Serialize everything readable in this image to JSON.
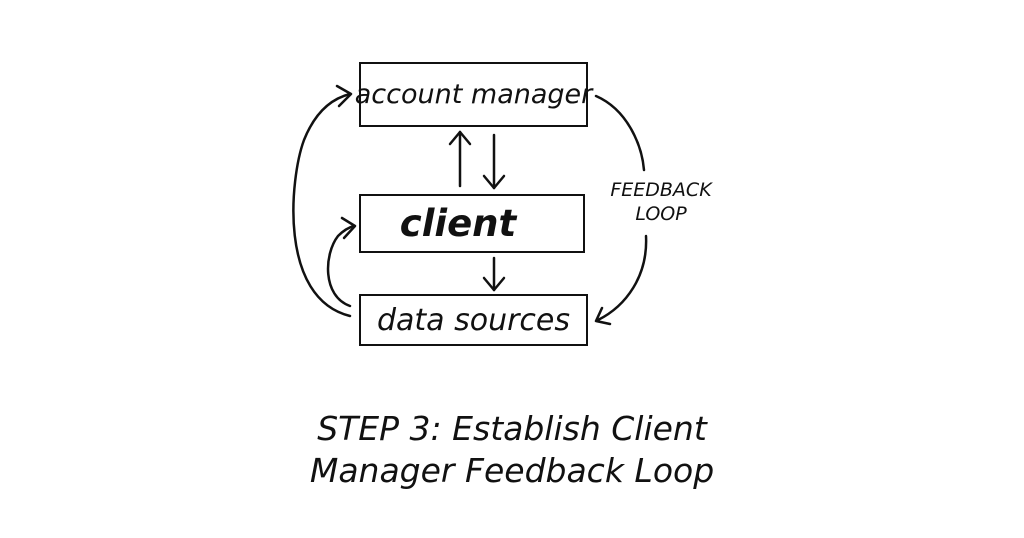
{
  "nodes": {
    "account_manager": "account manager",
    "client": "client",
    "data_sources": "data sources"
  },
  "feedback_label_line1": "FEEDBACK",
  "feedback_label_line2": "LOOP",
  "caption_line1": "STEP 3: Establish Client",
  "caption_line2": "Manager Feedback Loop"
}
